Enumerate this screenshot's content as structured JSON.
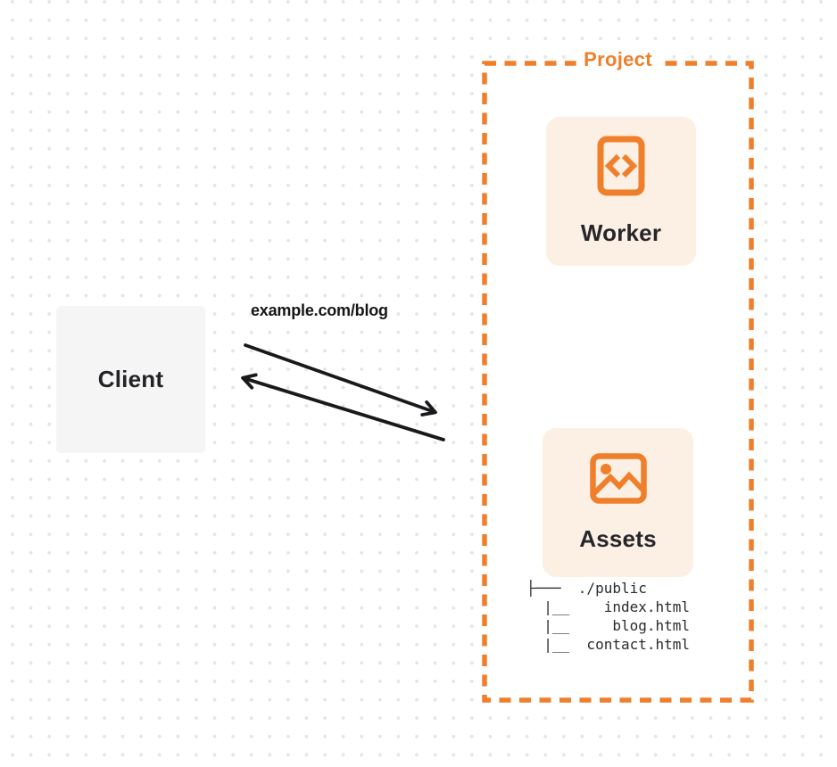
{
  "client": {
    "label": "Client"
  },
  "request": {
    "url_label": "example.com/blog"
  },
  "project": {
    "label": "Project",
    "worker": {
      "label": "Worker",
      "icon": "code-file-icon"
    },
    "assets": {
      "label": "Assets",
      "icon": "image-icon"
    },
    "file_tree": {
      "root": "./public",
      "files": [
        "index.html",
        "blog.html",
        "contact.html"
      ],
      "lines": [
        "├───  ./public",
        "  |__    index.html",
        "  |__     blog.html",
        "  |__  contact.html"
      ]
    }
  },
  "colors": {
    "accent_orange": "#EF7F2A",
    "card_background": "#FCF0E4",
    "client_background": "#F5F5F6",
    "text_dark": "#232327",
    "arrow_black": "#19191C",
    "dot_grid": "#E4E4E7"
  }
}
